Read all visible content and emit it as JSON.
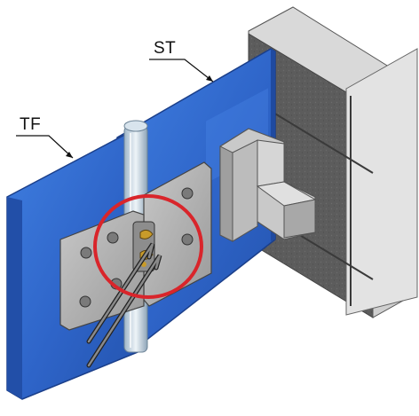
{
  "labels": {
    "st": "ST",
    "tf": "TF"
  },
  "colors": {
    "glass": "#2e64c8",
    "glass_edge": "#1b3f8a",
    "wall_face": "#e4e4e4",
    "wall_side": "#bdbdbd",
    "stone": "#5a5a5a",
    "bracket": "#c8c8c8",
    "plate": "#b5b5b5",
    "highlight_circle": "#d9252b"
  },
  "icons": {
    "highlight": "red-circle-highlight",
    "hinge": "hinge-clamp-icon"
  }
}
